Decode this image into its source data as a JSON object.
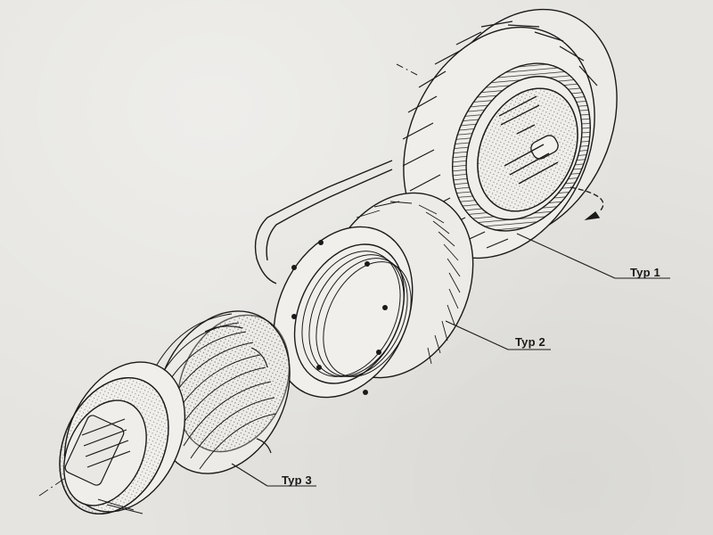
{
  "labels": {
    "typ1": "Typ 1",
    "typ2": "Typ 2",
    "typ3": "Typ 3"
  },
  "colors": {
    "paper": "#e5e4e0",
    "ink": "#1a1a1a"
  }
}
